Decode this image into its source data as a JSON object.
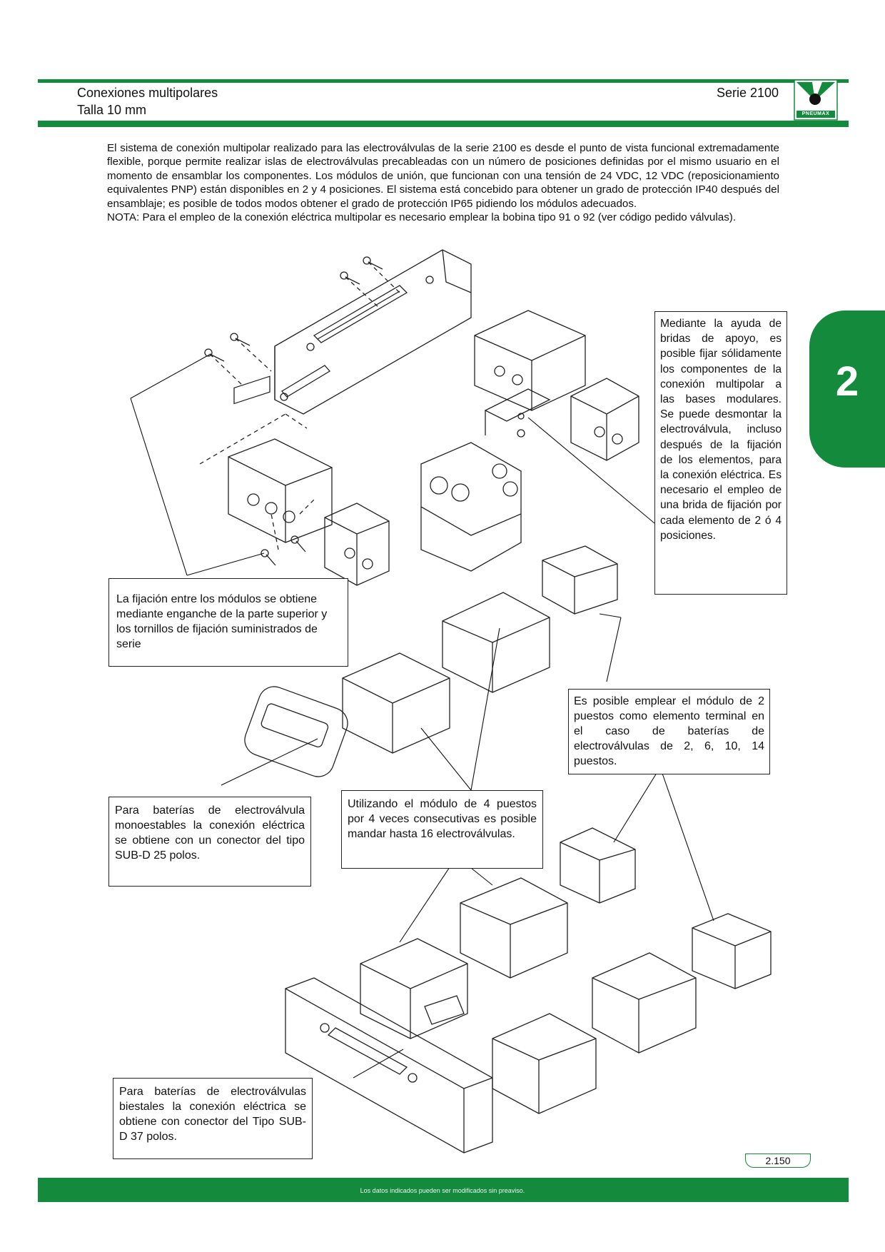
{
  "header": {
    "title_line1": "Conexiones multipolares",
    "title_line2": "Talla 10 mm",
    "series": "Serie 2100",
    "logo_text": "PNEUMAX"
  },
  "intro": {
    "paragraph": "El sistema de conexión multipolar realizado para las electroválvulas de la serie 2100 es desde el punto de vista funcional extremadamente flexible, porque permite realizar islas de electroválvulas precableadas con un número de posiciones definidas por el mismo usuario en el momento de ensamblar los componentes. Los módulos de unión, que funcionan con una tensión de 24 VDC, 12 VDC (reposicionamiento equivalentes PNP) están disponibles en 2 y 4 posiciones. El sistema está concebido para obtener un grado de protección IP40 después del ensamblaje; es posible de todos modos obtener el grado de protección IP65 pidiendo los módulos adecuados.",
    "note": "NOTA: Para el empleo de la conexión eléctrica multipolar es necesario emplear la bobina tipo 91 o 92 (ver código pedido válvulas)."
  },
  "chapter_tab": "2",
  "callouts": {
    "bridas": "Mediante la ayuda de bridas de apoyo, es posible fijar sólidamente los componentes de la conexión multipolar a las bases modulares. Se puede desmontar la electroválvula, incluso después de la fijación de los elementos, para la conexión eléctrica. Es necesario el empleo de una brida de fijación por cada elemento de 2 ó 4 posiciones.",
    "fijacion": "La fijación entre los módulos se obtiene mediante enganche de la parte superior y los tornillos de fijación suministrados de serie",
    "modulo2": "Es posible emplear el módulo de 2 puestos como elemento terminal en el caso de baterías de electroválvulas de 2, 6, 10, 14 puestos.",
    "monoestables": "Para baterías de electroválvula monoestables la conexión eléctrica se obtiene con un conector del tipo SUB-D 25 polos.",
    "modulo4": "Utilizando el módulo de 4 puestos por 4 veces consecutivas es posible mandar hasta 16 electroválvulas.",
    "biestales": "Para baterías de electroválvulas biestales la conexión eléctrica se obtiene con conector del Tipo SUB-D 37 polos."
  },
  "footer": {
    "notice": "Los datos indicados pueden ser modificados sin preaviso.",
    "page_number": "2.150"
  },
  "colors": {
    "brand_green": "#138a3c"
  }
}
